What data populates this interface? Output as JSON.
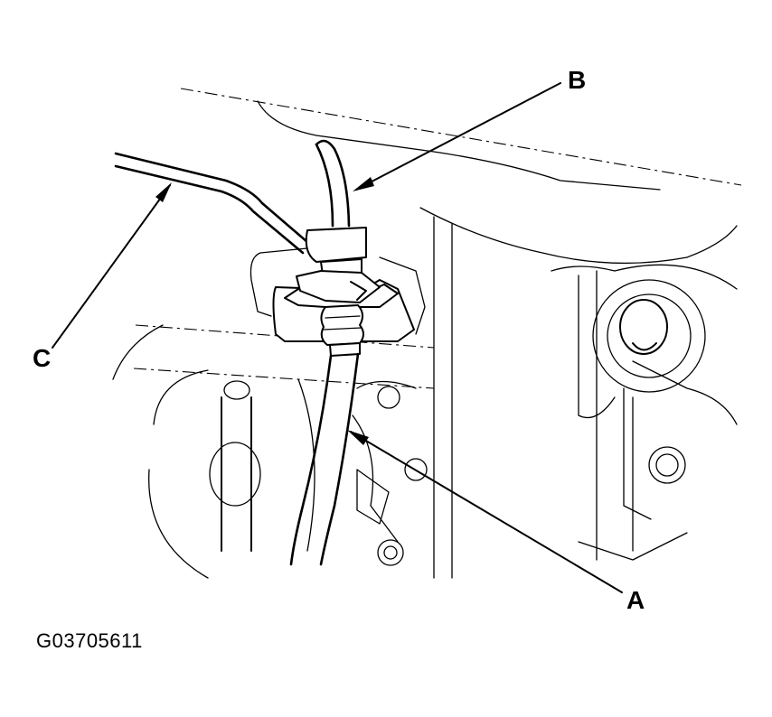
{
  "callouts": {
    "a": "A",
    "b": "B",
    "c": "C"
  },
  "figure_id": "G03705611"
}
